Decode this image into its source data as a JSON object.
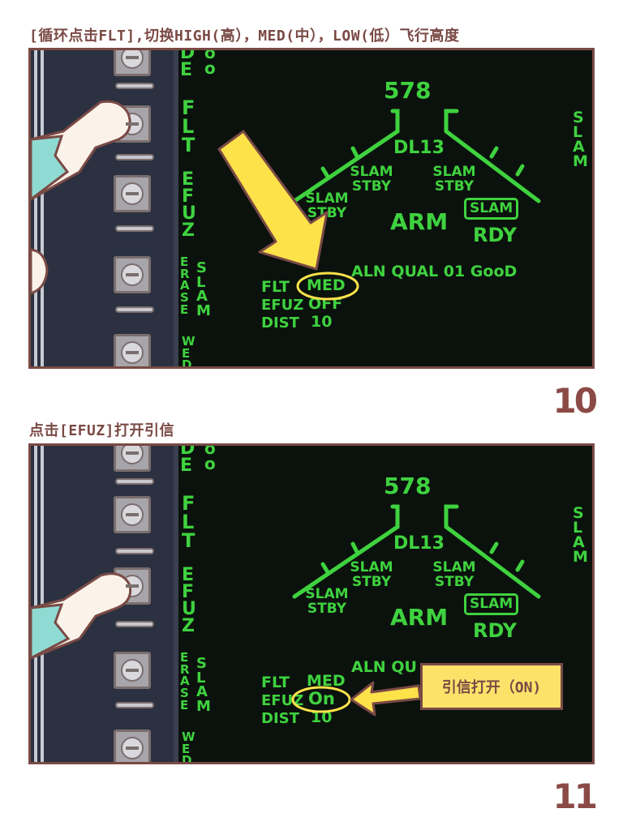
{
  "panel10": {
    "caption": "[循环点击FLT],切换HIGH(高），MED(中），LOW(低）飞行高度",
    "number": "10",
    "left_labels": {
      "top1": "DE",
      "top2": "oo",
      "flt": "FLT",
      "efuz": "EFUZ",
      "erase": "ERASE",
      "slam": "SLAM",
      "wed": "WED"
    },
    "display": {
      "heading": "578",
      "dl": "DL13",
      "slam_stby_1": "SLAM STBY",
      "slam_stby_2": "SLAM STBY",
      "slam_stby_3": "SLAM STBY",
      "arm": "ARM",
      "slam_box": "SLAM",
      "rdy": "RDY",
      "aln": "ALN QUAL 01 GooD",
      "flt": "FLT",
      "flt_val": "MED",
      "efuz": "EFUZ",
      "efuz_val": "OFF",
      "dist": "DIST",
      "dist_val": "10",
      "right_vert": "SLAM"
    }
  },
  "panel11": {
    "caption": "点击[EFUZ]打开引信",
    "number": "11",
    "left_labels": {
      "top1": "DE",
      "top2": "oo",
      "flt": "FLT",
      "efuz": "EFUZ",
      "erase": "ERASE",
      "slam": "SLAM",
      "wed": "WED"
    },
    "display": {
      "heading": "578",
      "dl": "DL13",
      "slam_stby_1": "SLAM STBY",
      "slam_stby_2": "SLAM STBY",
      "slam_stby_3": "SLAM STBY",
      "arm": "ARM",
      "slam_box": "SLAM",
      "rdy": "RDY",
      "aln": "ALN QU",
      "flt": "FLT",
      "flt_val": "MED",
      "efuz": "EFUZ",
      "efuz_val": "On",
      "dist": "DIST",
      "dist_val": "10",
      "right_vert": "SLAM"
    },
    "callout": "引信打开（ON)"
  },
  "colors": {
    "mfd_green": "#3fd23f",
    "frame": "#7a4a45",
    "arrow_yellow": "#fde24a",
    "screen": "#0b120d"
  },
  "icons": [
    "pointing-hand-icon",
    "arrow-icon",
    "osb-button-icon"
  ]
}
